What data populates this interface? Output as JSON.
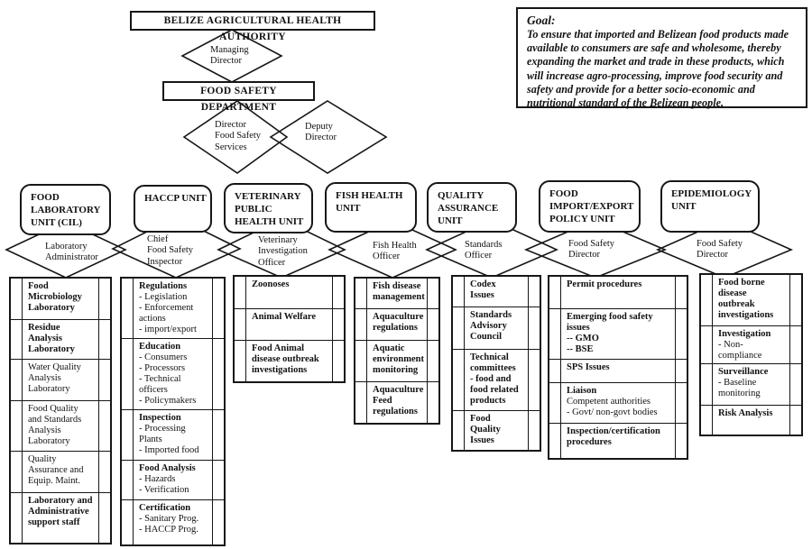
{
  "authority_title": "BELIZE AGRICULTURAL HEALTH AUTHORITY",
  "managing_director": "Managing\nDirector",
  "department_title": "FOOD SAFETY DEPARTMENT",
  "director": "Director\nFood Safety\nServices",
  "deputy_director": "Deputy\nDirector",
  "goal": {
    "label": "Goal:",
    "text": "To ensure that imported and Belizean food products made available to consumers are safe and wholesome, thereby expanding the market and trade in these products, which will increase agro-processing, improve food security and safety and provide for a better socio-economic and nutritional standard of the Belizean people."
  },
  "units": [
    {
      "name": "FOOD\nLABORATORY\nUNIT (CIL)",
      "officer": "Laboratory\nAdministrator",
      "items": [
        {
          "title": "Food\nMicrobiology\nLaboratory",
          "body": ""
        },
        {
          "title": "Residue\nAnalysis\nLaboratory",
          "body": ""
        },
        {
          "title": "",
          "body": "Water Quality\nAnalysis\nLaboratory"
        },
        {
          "title": "",
          "body": "Food Quality\nand Standards\nAnalysis\nLaboratory"
        },
        {
          "title": "",
          "body": "Quality\nAssurance and\nEquip. Maint."
        },
        {
          "title": "Laboratory and\nAdministrative\nsupport staff",
          "body": ""
        }
      ]
    },
    {
      "name": "HACCP UNIT",
      "officer": "Chief\nFood Safety\nInspector",
      "items": [
        {
          "title": "Regulations",
          "body": "- Legislation\n- Enforcement\nactions\n- import/export"
        },
        {
          "title": "Education",
          "body": "- Consumers\n- Processors\n- Technical\nofficers\n- Policymakers"
        },
        {
          "title": "Inspection",
          "body": "- Processing\nPlants\n- Imported food"
        },
        {
          "title": "Food Analysis",
          "body": "- Hazards\n- Verification"
        },
        {
          "title": "Certification",
          "body": "- Sanitary Prog.\n- HACCP Prog."
        }
      ]
    },
    {
      "name": "VETERINARY\nPUBLIC\nHEALTH UNIT",
      "officer": "Veterinary\nInvestigation\nOfficer",
      "items": [
        {
          "title": "Zoonoses",
          "body": ""
        },
        {
          "title": "Animal Welfare",
          "body": ""
        },
        {
          "title": "Food Animal\ndisease outbreak\ninvestigations",
          "body": ""
        }
      ]
    },
    {
      "name": "FISH HEALTH\nUNIT",
      "officer": "Fish Health\nOfficer",
      "items": [
        {
          "title": "Fish disease\nmanagement",
          "body": ""
        },
        {
          "title": "Aquaculture\nregulations",
          "body": ""
        },
        {
          "title": "Aquatic\nenvironment\nmonitoring",
          "body": ""
        },
        {
          "title": "Aquaculture\nFeed\nregulations",
          "body": ""
        }
      ]
    },
    {
      "name": "QUALITY\nASSURANCE\nUNIT",
      "officer": "Standards\nOfficer",
      "items": [
        {
          "title": "Codex\nIssues",
          "body": ""
        },
        {
          "title": "Standards\nAdvisory\nCouncil",
          "body": ""
        },
        {
          "title": "Technical\ncommittees\n- food and\nfood related\nproducts",
          "body": ""
        },
        {
          "title": "Food\nQuality\nIssues",
          "body": ""
        }
      ]
    },
    {
      "name": "FOOD\nIMPORT/EXPORT\nPOLICY UNIT",
      "officer": "Food Safety\nDirector",
      "items": [
        {
          "title": "Permit procedures",
          "body": ""
        },
        {
          "title": "Emerging food safety\nissues\n-- GMO\n-- BSE",
          "body": ""
        },
        {
          "title": "SPS Issues",
          "body": ""
        },
        {
          "title": "Liaison",
          "body": "Competent authorities\n- Govt/ non-govt bodies"
        },
        {
          "title": "Inspection/certification\nprocedures",
          "body": ""
        }
      ]
    },
    {
      "name": "EPIDEMIOLOGY\nUNIT",
      "officer": "Food Safety\nDirector",
      "items": [
        {
          "title": "Food borne\ndisease\noutbreak\ninvestigations",
          "body": ""
        },
        {
          "title": "Investigation",
          "body": "- Non-\ncompliance"
        },
        {
          "title": "Surveillance",
          "body": "- Baseline\nmonitoring"
        },
        {
          "title": "Risk Analysis",
          "body": ""
        }
      ]
    }
  ]
}
